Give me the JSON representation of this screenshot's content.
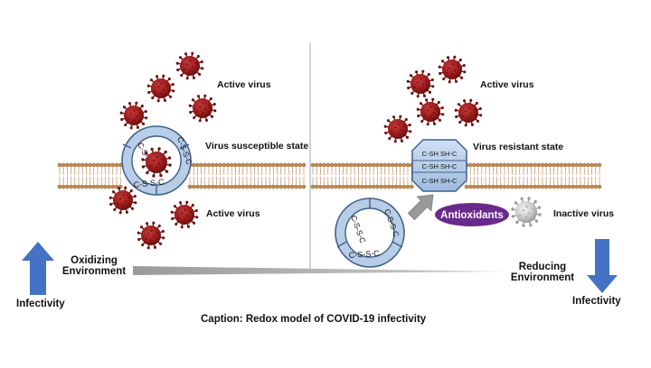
{
  "labels": {
    "active_virus_left_top": "Active virus",
    "active_virus_left_bottom": "Active virus",
    "active_virus_right": "Active virus",
    "susceptible_state": "Virus susceptible state",
    "resistant_state": "Virus resistant state",
    "antioxidants": "Antioxidants",
    "inactive_virus": "Inactive virus",
    "oxidizing_line1": "Oxidizing",
    "oxidizing_line2": "Environment",
    "reducing_line1": "Reducing",
    "reducing_line2": "Environment",
    "infectivity_left": "Infectivity",
    "infectivity_right": "Infectivity",
    "caption": "Caption: Redox model of COVID-19 infectivity"
  },
  "receptor_text": {
    "disulfide_top": "C-S-S-C",
    "disulfide_right": "C-S-S-C",
    "disulfide_bottom": "C-S-S-C",
    "thiol_row": "C-SH SH-C"
  },
  "colors": {
    "virus": "#9b1b1b",
    "virus_dark": "#6e1010",
    "receptor_fill": "#b8cde6",
    "receptor_stroke": "#3e5f8c",
    "antioxidant_fill": "#6a2a8c",
    "arrow_blue": "#4472c4",
    "membrane": "#c08a4e",
    "divider": "#8fa9c9",
    "gradient_wedge": "#8a8a8a"
  },
  "icons": {
    "up_arrow": "infectivity-up-arrow-icon",
    "down_arrow": "infectivity-down-arrow-icon",
    "transition_arrow": "reduction-arrow-icon"
  }
}
